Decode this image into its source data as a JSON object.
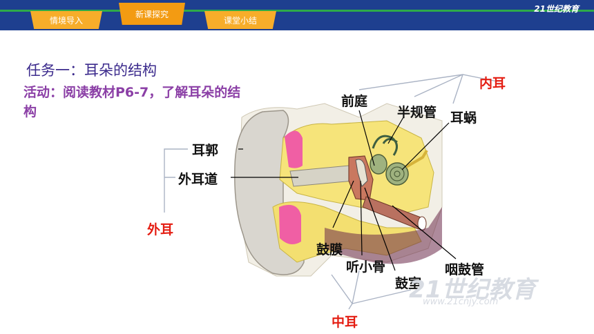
{
  "nav": {
    "tabs": [
      {
        "label": "情境导入"
      },
      {
        "label": "新课探究"
      },
      {
        "label": "课堂小结"
      }
    ],
    "logo": "21世纪教育"
  },
  "slide": {
    "task_title": "任务一：耳朵的结构",
    "activity": "活动：阅读教材P6-7，了解耳朵的结构"
  },
  "diagram": {
    "labels": {
      "auricle": "耳郭",
      "ear_canal": "外耳道",
      "outer_ear": "外耳",
      "vestibule": "前庭",
      "semicircular": "半规管",
      "cochlea": "耳蜗",
      "inner_ear": "内耳",
      "eardrum": "鼓膜",
      "ossicles": "听小骨",
      "tympanic": "鼓室",
      "eustachian": "咽鼓管",
      "middle_ear": "中耳"
    }
  },
  "watermark": {
    "main": "21世纪教育",
    "sub": "www.21cnjy.com"
  }
}
